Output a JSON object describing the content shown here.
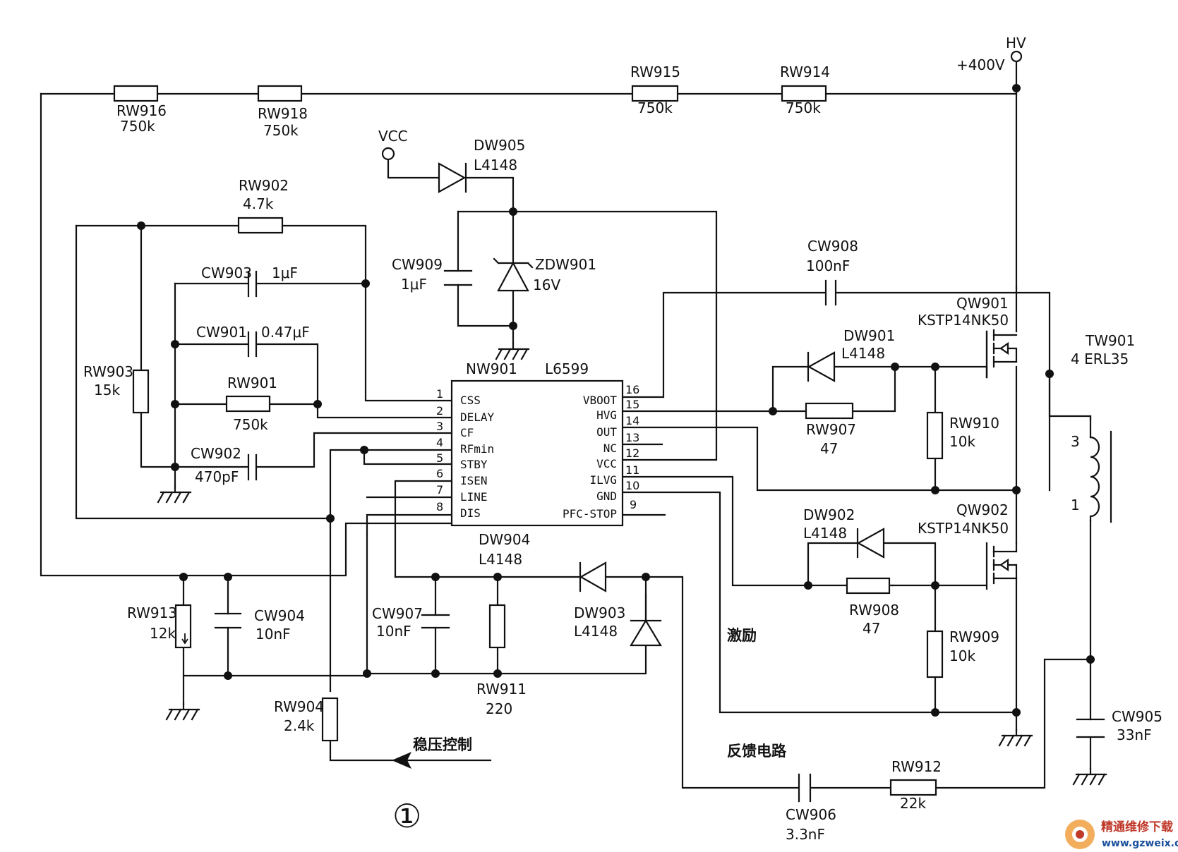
{
  "ic": {
    "ref": "NW901",
    "part": "L6599",
    "left_pins": [
      {
        "num": "1",
        "name": "CSS"
      },
      {
        "num": "2",
        "name": "DELAY"
      },
      {
        "num": "3",
        "name": "CF"
      },
      {
        "num": "4",
        "name": "RFmin"
      },
      {
        "num": "5",
        "name": "STBY"
      },
      {
        "num": "6",
        "name": "ISEN"
      },
      {
        "num": "7",
        "name": "LINE"
      },
      {
        "num": "8",
        "name": "DIS"
      }
    ],
    "right_pins": [
      {
        "num": "16",
        "name": "VBOOT"
      },
      {
        "num": "15",
        "name": "HVG"
      },
      {
        "num": "14",
        "name": "OUT"
      },
      {
        "num": "13",
        "name": "NC"
      },
      {
        "num": "12",
        "name": "VCC"
      },
      {
        "num": "11",
        "name": "ILVG"
      },
      {
        "num": "10",
        "name": "GND"
      },
      {
        "num": "9",
        "name": "PFC-STOP"
      }
    ]
  },
  "components": {
    "rw916": {
      "ref": "RW916",
      "value": "750k"
    },
    "rw918": {
      "ref": "RW918",
      "value": "750k"
    },
    "rw915": {
      "ref": "RW915",
      "value": "750k"
    },
    "rw914": {
      "ref": "RW914",
      "value": "750k"
    },
    "rw902": {
      "ref": "RW902",
      "value": "4.7k"
    },
    "cw903": {
      "ref": "CW903",
      "value": "1μF"
    },
    "cw901": {
      "ref": "CW901",
      "value": "0.47μF"
    },
    "rw901": {
      "ref": "RW901",
      "value": "750k"
    },
    "rw903": {
      "ref": "RW903",
      "value": "15k"
    },
    "cw902": {
      "ref": "CW902",
      "value": "470pF"
    },
    "dw905": {
      "ref": "DW905",
      "value": "L4148"
    },
    "cw909": {
      "ref": "CW909",
      "value": "1μF"
    },
    "zdw901": {
      "ref": "ZDW901",
      "value": "16V"
    },
    "cw908": {
      "ref": "CW908",
      "value": "100nF"
    },
    "qw901": {
      "ref": "QW901",
      "value": "KSTP14NK50"
    },
    "dw901": {
      "ref": "DW901",
      "value": "L4148"
    },
    "rw907": {
      "ref": "RW907",
      "value": "47"
    },
    "rw910": {
      "ref": "RW910",
      "value": "10k"
    },
    "tw901": {
      "ref": "TW901",
      "value": "4 ERL35"
    },
    "qw902": {
      "ref": "QW902",
      "value": "KSTP14NK50"
    },
    "dw902": {
      "ref": "DW902",
      "value": "L4148"
    },
    "rw908": {
      "ref": "RW908",
      "value": "47"
    },
    "rw909": {
      "ref": "RW909",
      "value": "10k"
    },
    "dw904": {
      "ref": "DW904",
      "value": "L4148"
    },
    "dw903": {
      "ref": "DW903",
      "value": "L4148"
    },
    "cw907": {
      "ref": "CW907",
      "value": "10nF"
    },
    "rw911": {
      "ref": "RW911",
      "value": "220"
    },
    "rw913": {
      "ref": "RW913",
      "value": "12k"
    },
    "cw904": {
      "ref": "CW904",
      "value": "10nF"
    },
    "rw904": {
      "ref": "RW904",
      "value": "2.4k"
    },
    "cw905": {
      "ref": "CW905",
      "value": "33nF"
    },
    "cw906": {
      "ref": "CW906",
      "value": "3.3nF"
    },
    "rw912": {
      "ref": "RW912",
      "value": "22k"
    }
  },
  "nets": {
    "hv": "HV",
    "hv_voltage": "+400V",
    "vcc": "VCC"
  },
  "transformer_pins": {
    "top": "3",
    "bottom": "1"
  },
  "annotations": {
    "excitation": "激励",
    "feedback": "反馈电路",
    "regulation": "稳压控制",
    "figure_number": "①"
  },
  "watermark": {
    "line1": "精通维修下载",
    "line2": "www.gzweix.com"
  }
}
